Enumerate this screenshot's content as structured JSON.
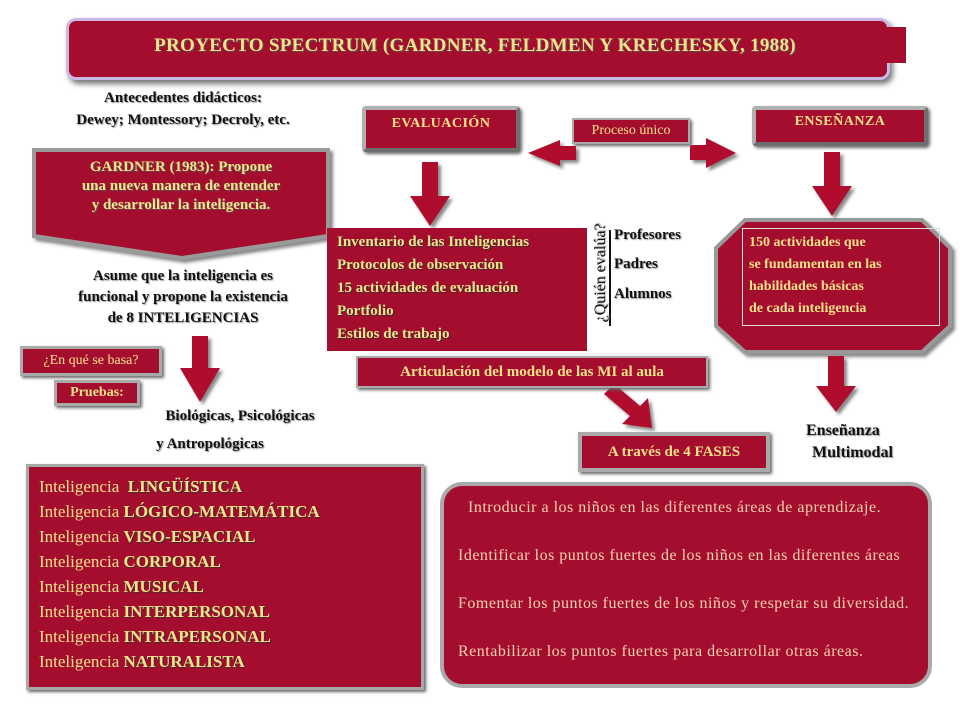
{
  "title": "PROYECTO SPECTRUM (GARDNER, FELDMEN Y KRECHESKY, 1988)",
  "antecedentes": {
    "line1": "Antecedentes didácticos:",
    "line2": "Dewey; Montessory; Decroly, etc."
  },
  "gardner": {
    "line1": "GARDNER (1983): Propone",
    "line2": "una nueva manera de entender",
    "line3": "y desarrollar la inteligencia."
  },
  "asume": {
    "line1": "Asume que la inteligencia es",
    "line2": "funcional y propone la existencia",
    "line3": "de 8 INTELIGENCIAS"
  },
  "en_que_se_basa": "¿En qué se basa?",
  "pruebas": "Pruebas:",
  "biologicas": {
    "line1": "Biológicas, Psicológicas",
    "line2": "y Antropológicas"
  },
  "inteligencias": [
    {
      "label": "Inteligencia",
      "value": "LINGÜÍSTICA"
    },
    {
      "label": "Inteligencia",
      "value": "LÓGICO-MATEMÁTICA"
    },
    {
      "label": "Inteligencia",
      "value": "VISO-ESPACIAL"
    },
    {
      "label": "Inteligencia",
      "value": "CORPORAL"
    },
    {
      "label": "Inteligencia",
      "value": "MUSICAL"
    },
    {
      "label": "Inteligencia",
      "value": "INTERPERSONAL"
    },
    {
      "label": "Inteligencia",
      "value": "INTRAPERSONAL"
    },
    {
      "label": "Inteligencia",
      "value": "NATURALISTA"
    }
  ],
  "evaluacion": "EVALUACIÓN",
  "proceso_unico": "Proceso único",
  "ensenanza": "ENSEÑANZA",
  "inventario": [
    "Inventario de las Inteligencias",
    "Protocolos de observación",
    "15 actividades de evaluación",
    "Portfolio",
    "Estilos de trabajo"
  ],
  "quien_evalua": "¿Quién evalúa?",
  "evaluadores": [
    "Profesores",
    "Padres",
    "Alumnos"
  ],
  "actividades": [
    "150 actividades que",
    "se fundamentan en las",
    "habilidades básicas",
    "de cada inteligencia"
  ],
  "articulacion": "Articulación del modelo de las MI al aula",
  "a_traves": "A través de 4 FASES",
  "ensenanza_multimodal": {
    "line1": "Enseñanza",
    "line2": "Multimodal"
  },
  "fases": [
    "Introducir a los niños en las diferentes áreas de aprendizaje.",
    "Identificar los puntos fuertes de los niños en las diferentes áreas",
    "Fomentar los puntos fuertes de los niños y respetar su diversidad.",
    "Rentabilizar los puntos fuertes para desarrollar otras áreas."
  ],
  "colors": {
    "box_red": "#a50d2e",
    "gold_text": "#f4e38a",
    "arrow_red": "#b0102e"
  }
}
